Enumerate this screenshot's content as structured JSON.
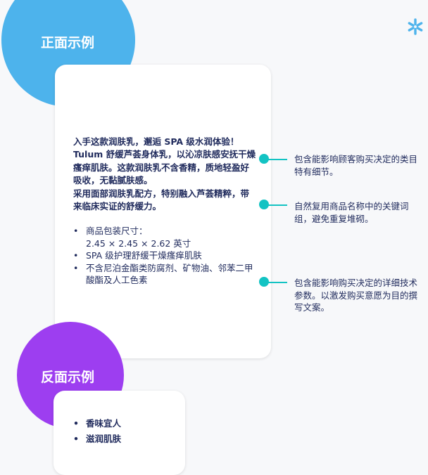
{
  "good_example": {
    "label": "正面示例",
    "intro": "入手这款润肤乳，邂逅 SPA 级水润体验！Tulum 舒缓芦荟身体乳，以沁凉肤感安抚干燥瘙痒肌肤。这款润肤乳不含香精，质地轻盈好吸收，无黏腻肤感。",
    "intro2": "采用面部润肤乳配方，特别融入芦荟精粹，带来临床实证的舒缓力。",
    "bullets": [
      "商品包装尺寸：",
      "2.45 × 2.45 × 2.62 英寸",
      "SPA 级护理舒缓干燥瘙痒肌肤",
      "不含尼泊金酯类防腐剂、矿物油、邻苯二甲酸酯及人工色素"
    ]
  },
  "bad_example": {
    "label": "反面示例",
    "bullets": [
      "香味宜人",
      "滋润肌肤"
    ]
  },
  "annotations": [
    "包含能影响顾客购买决定的类目特有细节。",
    "自然复用商品名称中的关键词组，避免重复堆砌。",
    "包含能影响购买决定的详细技术参数。以激发购买意愿为目的撰写文案。"
  ],
  "colors": {
    "blue": "#4db3ec",
    "purple": "#9d3ef0",
    "teal": "#13c3c3",
    "spark": "#4db3ec"
  }
}
